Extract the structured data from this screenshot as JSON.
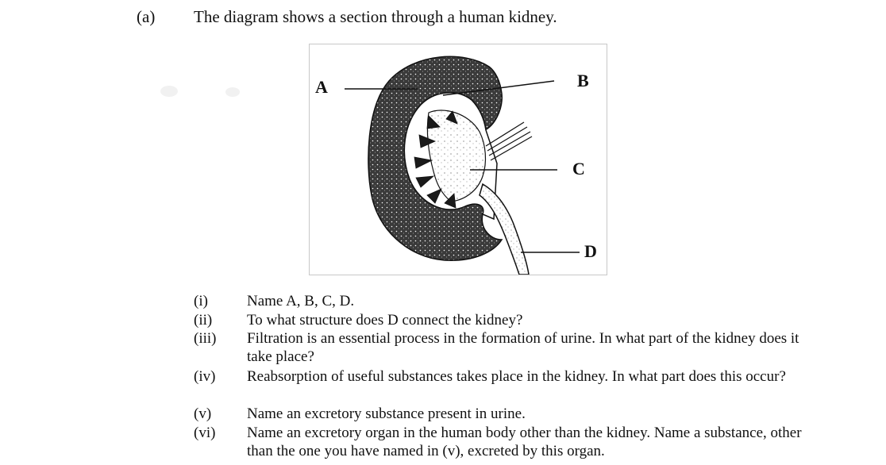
{
  "header": {
    "part": "(a)",
    "stem": "The diagram shows a section through a human kidney."
  },
  "diagram": {
    "labels": {
      "a": "A",
      "b": "B",
      "c": "C",
      "d": "D"
    }
  },
  "questions": [
    {
      "num": "(i)",
      "text": "Name A, B, C, D."
    },
    {
      "num": "(ii)",
      "text": "To what structure does D connect the kidney?"
    },
    {
      "num": "(iii)",
      "text": "Filtration is an essential process in the formation of urine. In what part of the kidney does it take place?"
    },
    {
      "num": "(iv)",
      "text": "Reabsorption of useful substances takes place in the kidney. In what part does this occur?"
    },
    {
      "num": "(v)",
      "text": "Name an excretory substance present in urine."
    },
    {
      "num": "(vi)",
      "text": "Name an excretory organ in the human body other than the kidney. Name a substance, other than the one you have named in (v), excreted by this organ."
    }
  ]
}
